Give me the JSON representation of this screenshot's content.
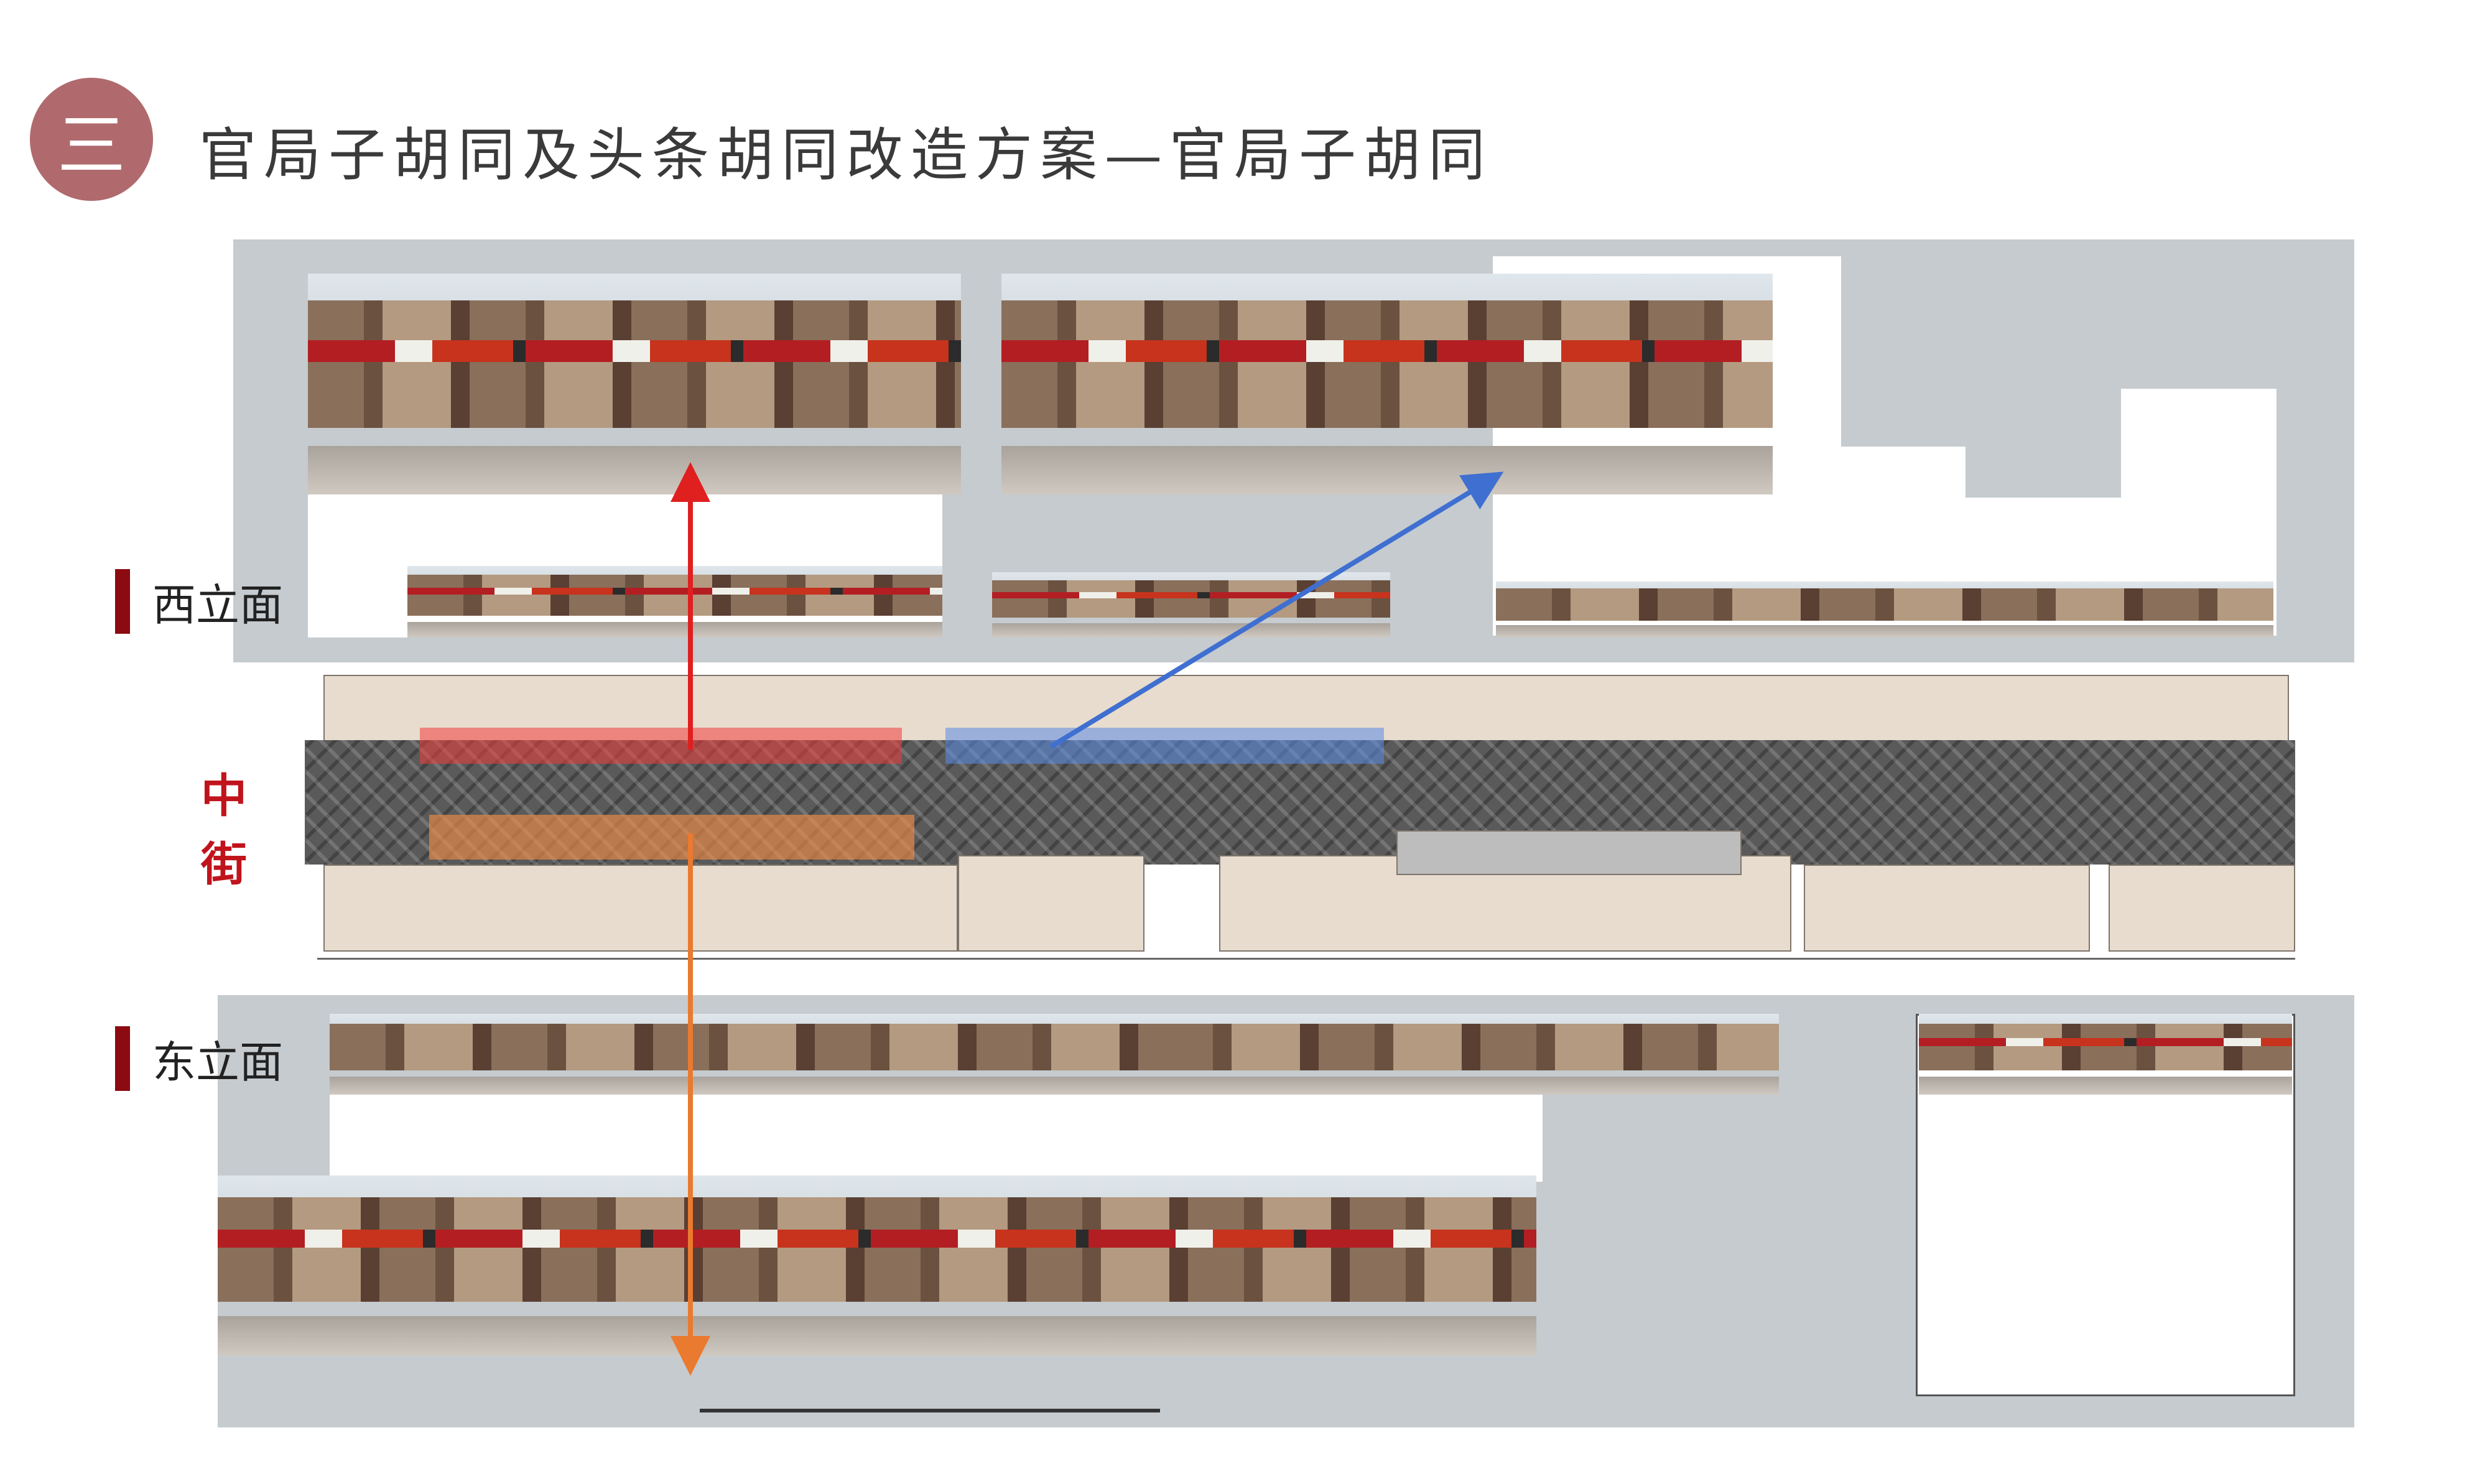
{
  "header": {
    "badge": "三",
    "title": "官局子胡同及头条胡同改造方案—官局子胡同"
  },
  "labels": {
    "west": "西立面",
    "middle": "中街",
    "east": "东立面"
  },
  "colors": {
    "badge": "#b06a6d",
    "label_bar": "#8b0b10",
    "middle_label": "#c0141c",
    "highlight_red": "#f03c3c",
    "highlight_blue": "#5a8ce6",
    "highlight_orange": "#f08c46",
    "panel_grey": "#c5cbcf"
  }
}
